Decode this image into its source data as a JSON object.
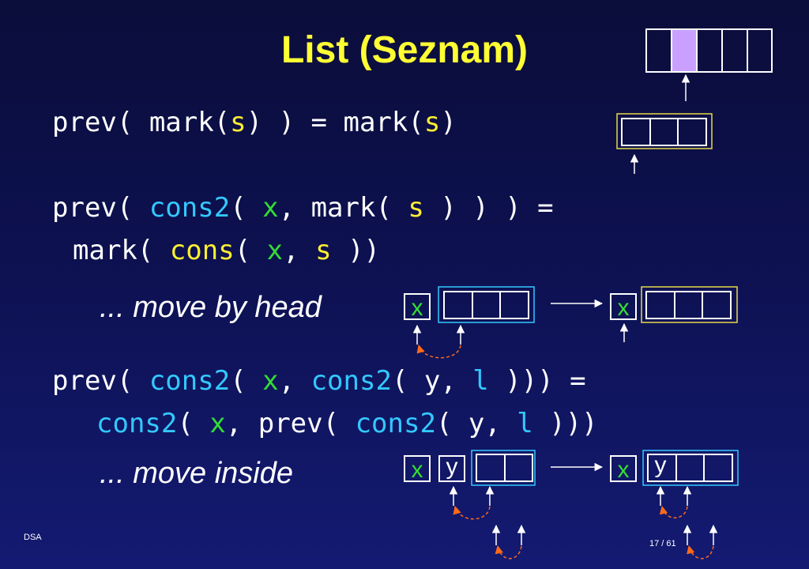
{
  "title": "List (Seznam)",
  "line1": {
    "a": "prev( mark(",
    "s1": "s",
    "b": ") ) = mark(",
    "s2": "s",
    "c": ")"
  },
  "line2": {
    "a": "prev( ",
    "cons2": "cons2",
    "b": "( ",
    "x": "x",
    "c": ", mark( ",
    "s": "s",
    "d": " ) ) ) ="
  },
  "line3": {
    "a": "mark( ",
    "cons": "cons",
    "b": "( ",
    "x": "x",
    "c": ", ",
    "s": "s",
    "d": " ))"
  },
  "note1": "... move by head",
  "line4": {
    "a": "prev( ",
    "cons2a": "cons2",
    "b": "( ",
    "x": "x",
    "c": ", ",
    "cons2b": "cons2",
    "d": "( y, ",
    "l": "l",
    "e": " ))) ="
  },
  "line5": {
    "cons2a": "cons2",
    "a": "( ",
    "x": "x",
    "b": ", prev( ",
    "cons2b": "cons2",
    "c": "( y, ",
    "l": "l",
    "d": " )))"
  },
  "note2": "... move inside",
  "diagram_letters": {
    "x": "x",
    "y": "y"
  },
  "footer_left": "DSA",
  "page_number": "17 / 61",
  "colors": {
    "title": "#ffff33",
    "keyword": "#33c8ff",
    "var_x": "#33dd33",
    "var_s": "#ffee33",
    "highlight_cell": "#c9a0ff",
    "arrow_dashed": "#ff6a1a"
  }
}
